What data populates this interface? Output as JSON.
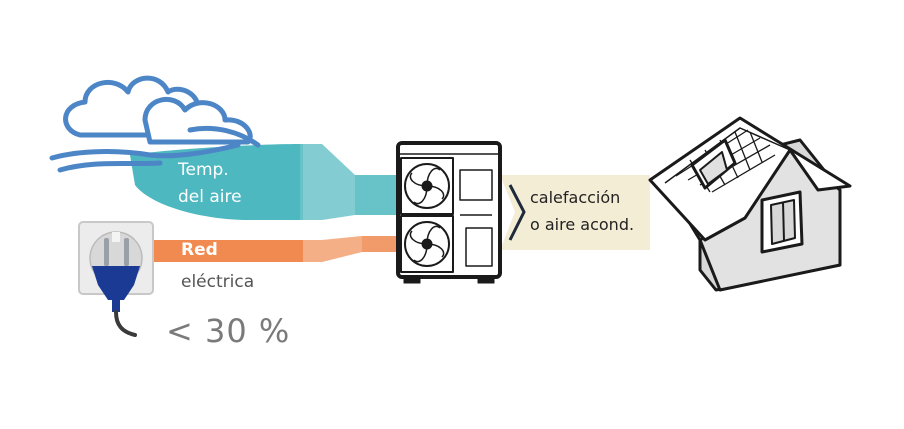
{
  "diagram": {
    "air_label_line1": "Temp.",
    "air_label_line2": "del aire",
    "grid_label_line1": "Red",
    "grid_label_line2": "eléctrica",
    "grid_share": "< 30 %",
    "output_label_line1": "calefacción",
    "output_label_line2": "o aire acond."
  },
  "colors": {
    "air_flow": "#4db8bf",
    "grid_flow": "#f08a50",
    "output_flow": "#f3edd5",
    "cloud_outline": "#4d86c7",
    "plug": "#1b3a94"
  },
  "icons": [
    "cloud-icon",
    "power-socket-icon",
    "plug-icon",
    "heat-pump-unit-icon",
    "house-icon"
  ]
}
